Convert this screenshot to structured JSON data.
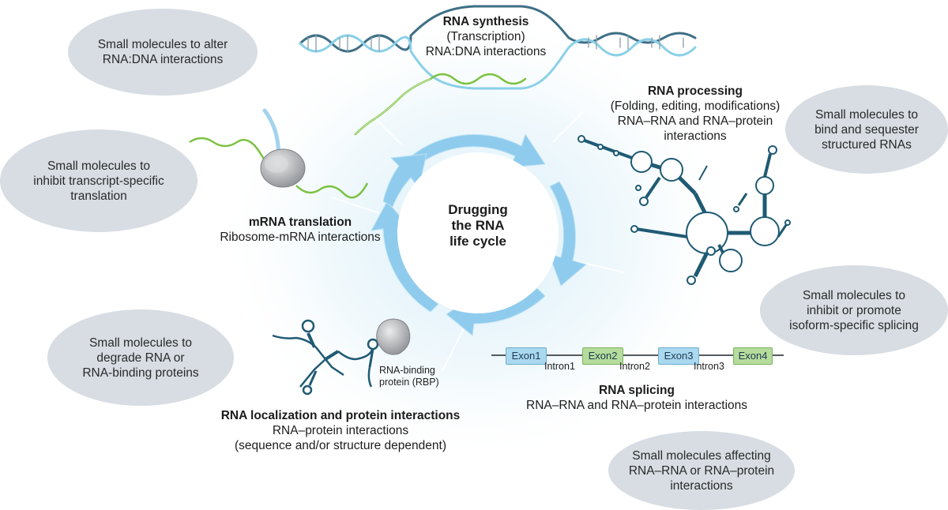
{
  "center": {
    "lines": [
      "Drugging",
      "the RNA",
      "life cycle"
    ]
  },
  "stages": {
    "synthesis": {
      "title": "RNA synthesis",
      "lines": [
        "(Transcription)",
        "RNA:DNA interactions"
      ]
    },
    "processing": {
      "title": "RNA processing",
      "lines": [
        "(Folding, editing, modifications)",
        "RNA–RNA and RNA–protein",
        "interactions"
      ]
    },
    "translation": {
      "title": "mRNA translation",
      "lines": [
        "Ribosome-mRNA interactions"
      ]
    },
    "splicing": {
      "title": "RNA splicing",
      "lines": [
        "RNA–RNA and RNA–protein interactions"
      ]
    },
    "localization": {
      "title": "RNA localization and protein interactions",
      "lines": [
        "RNA–protein interactions",
        "(sequence and/or structure dependent)"
      ]
    }
  },
  "bubbles": {
    "alter_rna_dna": [
      "Small molecules to alter",
      "RNA:DNA interactions"
    ],
    "bind_sequester": [
      "Small molecules to",
      "bind and sequester",
      "structured RNAs"
    ],
    "inhibit_translation": [
      "Small molecules to",
      "inhibit transcript-specific",
      "translation"
    ],
    "splicing_isoform": [
      "Small molecules to",
      "inhibit or promote",
      "isoform-specific splicing"
    ],
    "degrade": [
      "Small molecules to",
      "degrade RNA or",
      "RNA-binding proteins"
    ],
    "affecting_interactions": [
      "Small molecules affecting",
      "RNA–RNA or RNA–protein",
      "interactions"
    ]
  },
  "rbp_label": [
    "RNA-binding",
    "protein (RBP)"
  ],
  "gene": {
    "exons": [
      "Exon1",
      "Exon2",
      "Exon3",
      "Exon4"
    ],
    "introns": [
      "Intron1",
      "Intron2",
      "Intron3"
    ]
  },
  "colors": {
    "bubble": "#d7dde3",
    "arrow": "#8fcbed",
    "dna_dark": "#3f6f85",
    "dna_light": "#8ad0e8",
    "mrna_green": "#7cc242",
    "rna_structure": "#1f5a73",
    "exon_blue": "#a9d8ef",
    "exon_green": "#b5dc9c"
  }
}
